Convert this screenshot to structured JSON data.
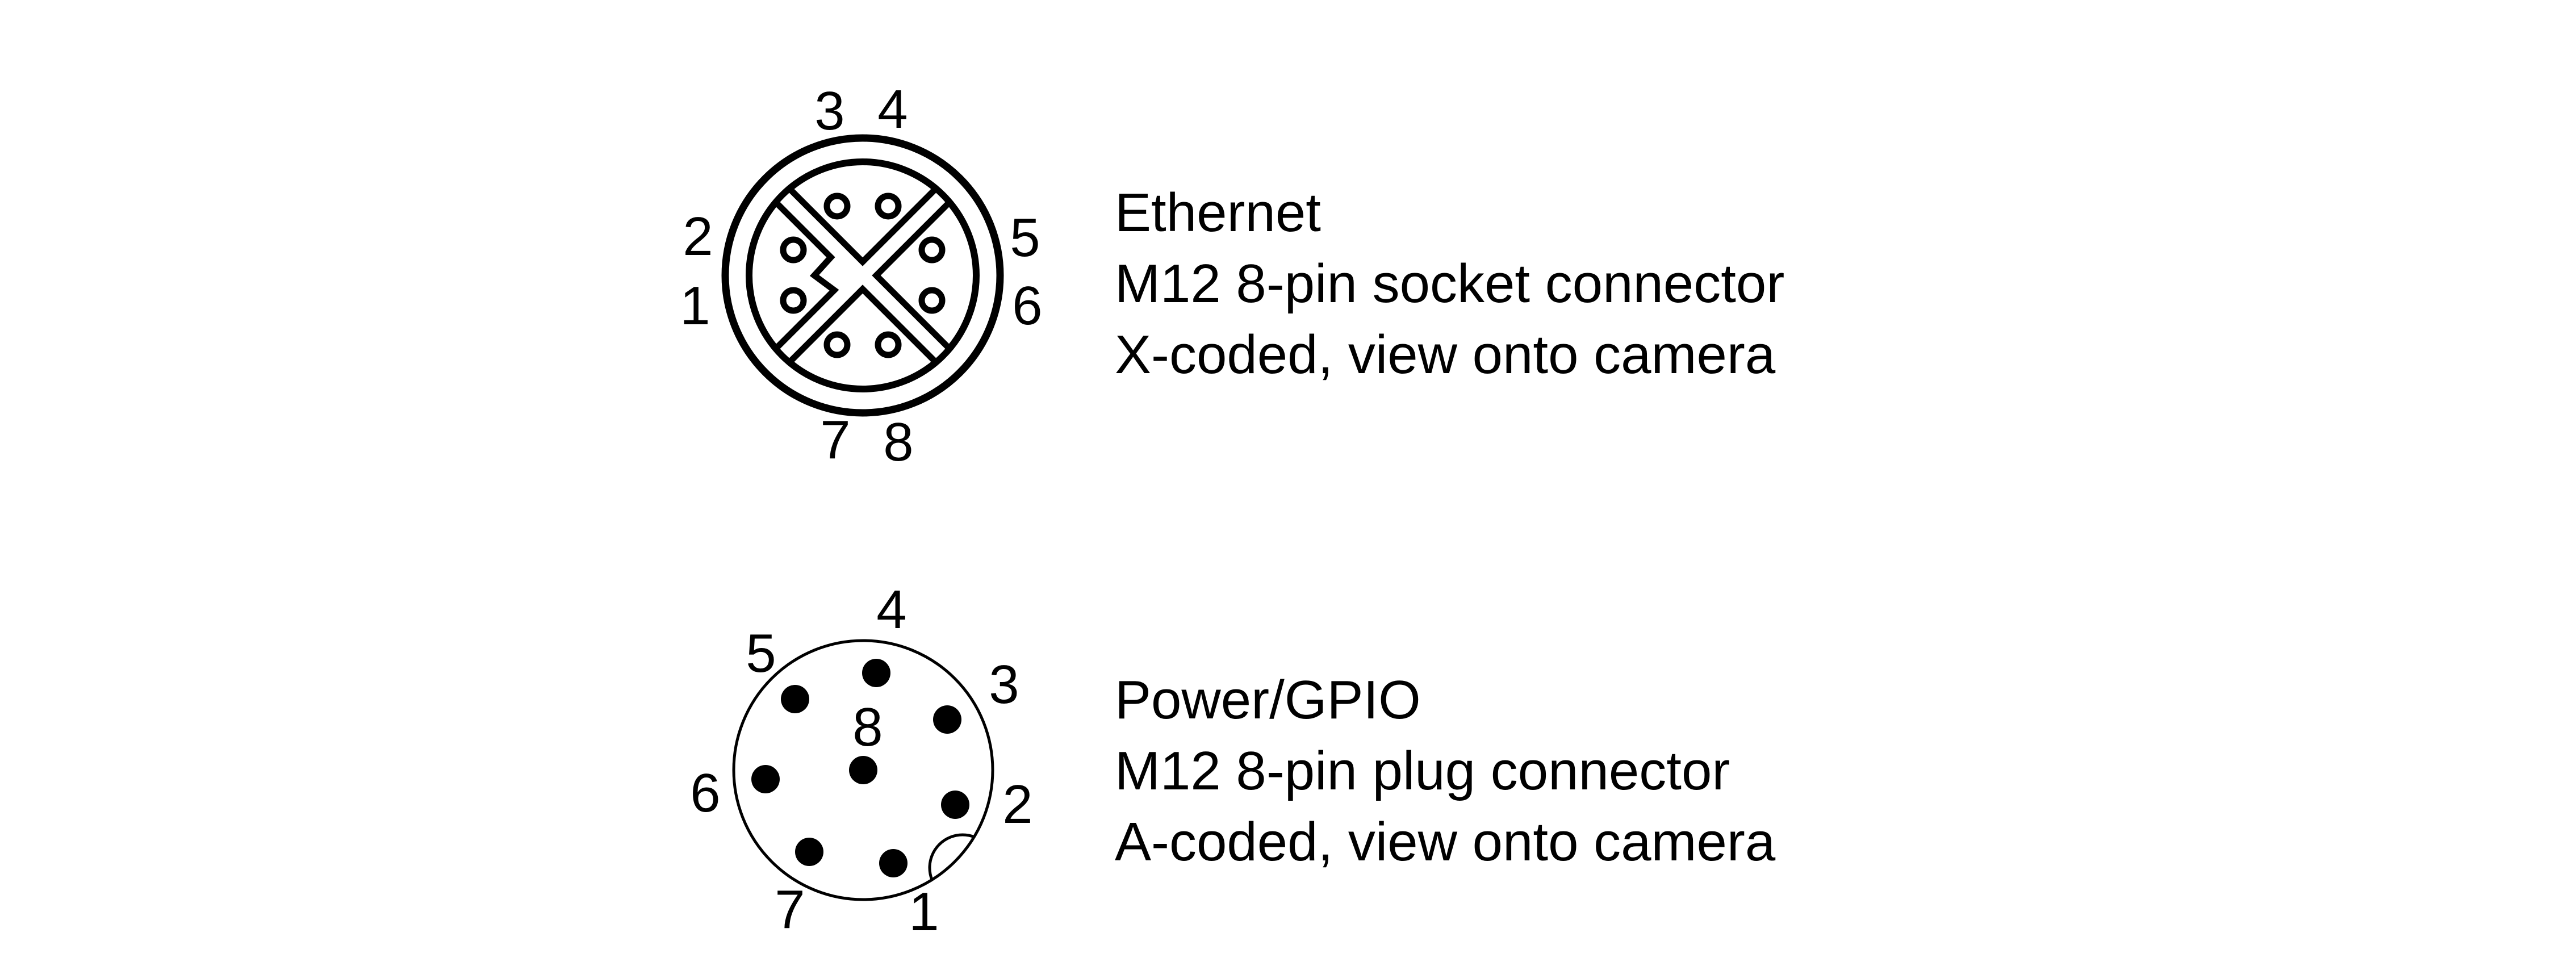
{
  "page": {
    "background_color": "#ffffff",
    "ink_color": "#000000"
  },
  "diagrams": [
    {
      "name": "ethernet",
      "lines": [
        "Ethernet",
        "M12 8-pin socket connector",
        "X-coded, view onto camera"
      ],
      "pins": [
        "1",
        "2",
        "3",
        "4",
        "5",
        "6",
        "7",
        "8"
      ]
    },
    {
      "name": "power-gpio",
      "lines": [
        "Power/GPIO",
        "M12 8-pin plug connector",
        "A-coded, view onto camera"
      ],
      "pins": [
        "1",
        "2",
        "3",
        "4",
        "5",
        "6",
        "7",
        "8"
      ]
    }
  ]
}
